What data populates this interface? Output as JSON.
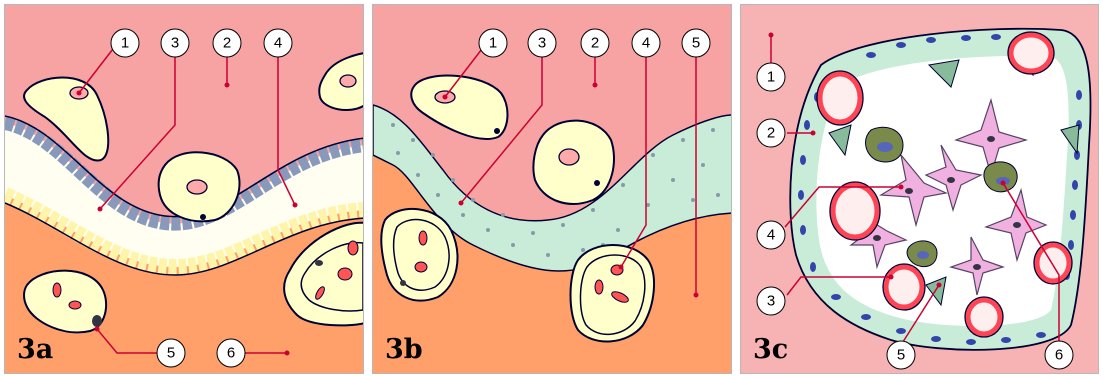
{
  "panels": [
    {
      "id": "3a",
      "label": "3a",
      "callouts": [
        "1",
        "2",
        "3",
        "4",
        "5",
        "6"
      ]
    },
    {
      "id": "3b",
      "label": "3b",
      "callouts": [
        "1",
        "2",
        "3",
        "4",
        "5"
      ]
    },
    {
      "id": "3c",
      "label": "3c",
      "callouts": [
        "1",
        "2",
        "3",
        "4",
        "5",
        "6"
      ]
    }
  ],
  "colors": {
    "pink": "#f7a3a3",
    "orange": "#ffa06b",
    "cream": "#ffffcc",
    "bluecell": "#99aacc",
    "green": "#c8ecd8",
    "olive": "#7a8a4a",
    "vessel_red": "#ff5555",
    "nucleus_pink": "#ffaaaa",
    "stellate": "#f0b0e0",
    "leader": "#cc0033",
    "outline": "#000033"
  }
}
